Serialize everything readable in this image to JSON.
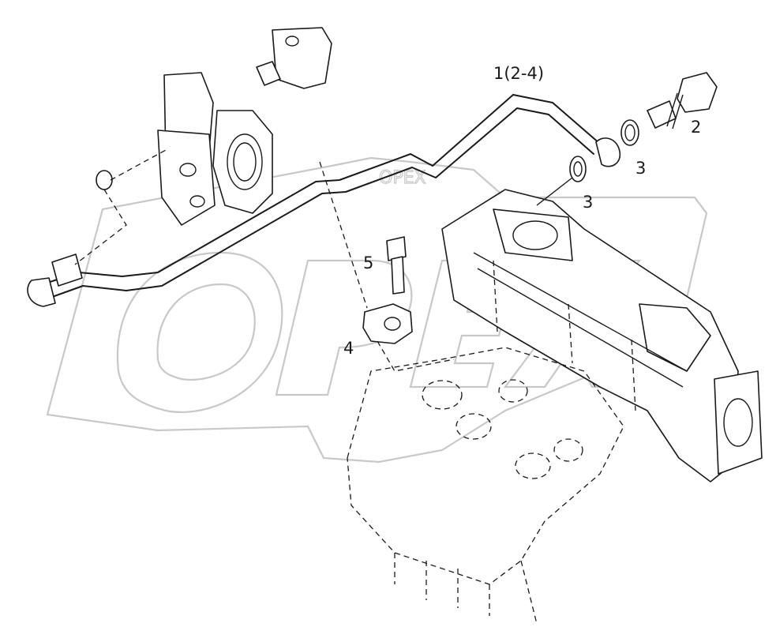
{
  "corner_mark": "",
  "watermark": "OPEX",
  "callouts": {
    "assembly": "1(2-4)",
    "bolt_right": "2",
    "washer_upper": "3",
    "washer_lower": "3",
    "bolt_clamp": "5",
    "clamp": "4"
  },
  "colors": {
    "ink": "#1a1a1a",
    "watermark": "#c8c8c8",
    "background": "#ffffff"
  }
}
